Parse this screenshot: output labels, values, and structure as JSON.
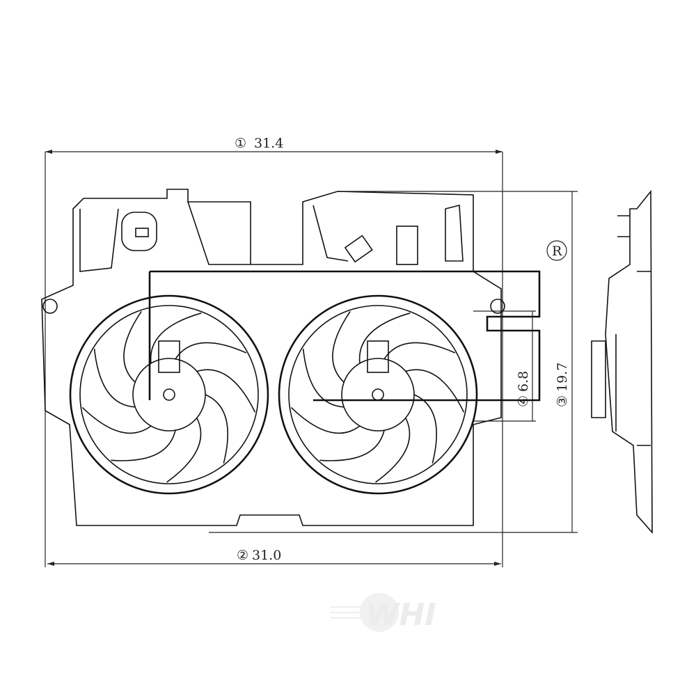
{
  "dimensions": {
    "width_top": {
      "marker": "①",
      "value": "31.4"
    },
    "width_bottom": {
      "marker": "②",
      "value": "31.0"
    },
    "height": {
      "marker": "③",
      "value": "19.7"
    },
    "depth": {
      "marker": "④",
      "value": "6.8"
    }
  },
  "registered_mark": "R",
  "watermark": "WHI",
  "colors": {
    "line": "#111111",
    "background": "#ffffff"
  }
}
